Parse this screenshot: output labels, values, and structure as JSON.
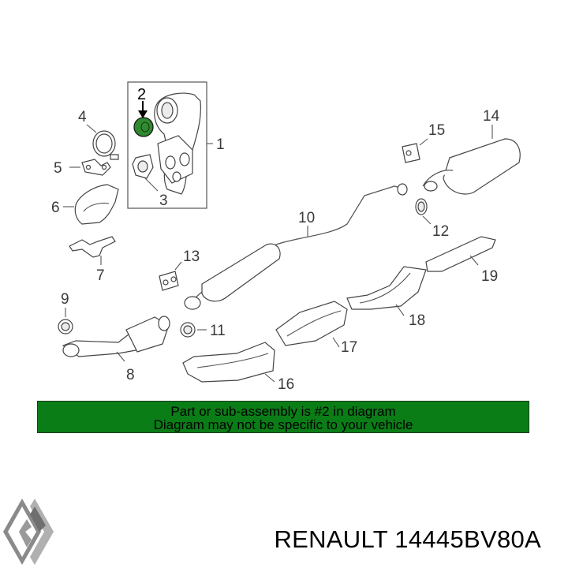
{
  "diagram": {
    "callouts": {
      "c1": "1",
      "c2": "2",
      "c3": "3",
      "c4": "4",
      "c5": "5",
      "c6": "6",
      "c7": "7",
      "c8": "8",
      "c9": "9",
      "c10": "10",
      "c11": "11",
      "c12": "12",
      "c13": "13",
      "c14": "14",
      "c15": "15",
      "c16": "16",
      "c17": "17",
      "c18": "18",
      "c19": "19"
    },
    "highlight_color": "#2e8b2e",
    "highlighted_part": "2"
  },
  "banner": {
    "line1": "Part or sub-assembly is #2 in diagram",
    "line2": "Diagram may not be specific to your vehicle",
    "background": "#0b7d17"
  },
  "product": {
    "title": "RENAULT 14445BV80A",
    "logo": "renault-logo-icon"
  }
}
